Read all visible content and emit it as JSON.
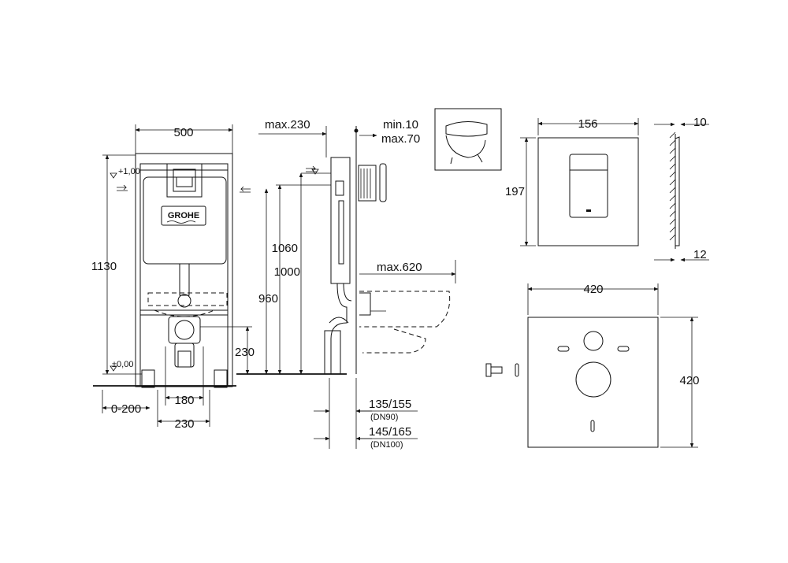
{
  "front_view": {
    "width": "500",
    "height_total": "1130",
    "level_top": "+1,00",
    "level_zero": "±0,00",
    "logo": "GROHE",
    "dim_180": "180",
    "dim_230_bottom": "230",
    "dim_0_200": "0-200",
    "dim_230_side": "230"
  },
  "side_view": {
    "max_230": "max.230",
    "min_10": "min.10",
    "max_70": "max.70",
    "dim_1060": "1060",
    "dim_1000": "1000",
    "dim_960": "960",
    "max_620": "max.620",
    "dim_135_155": "135/155",
    "dn90": "(DN90)",
    "dim_145_165": "145/165",
    "dn100": "(DN100)"
  },
  "plate_view": {
    "width": "156",
    "height": "197",
    "depth_10": "10",
    "depth_12": "12"
  },
  "mat_view": {
    "width": "420",
    "height": "420"
  }
}
